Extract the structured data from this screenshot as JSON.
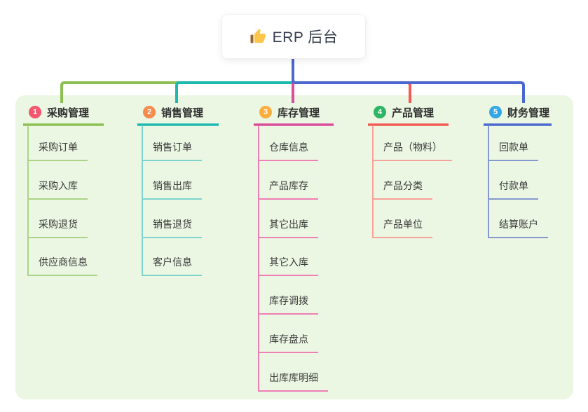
{
  "root": {
    "title": "ERP 后台",
    "icon": "thumbs-up-icon",
    "icon_colors": {
      "hand": "#FBC64A",
      "cuff": "#9A6434"
    },
    "card_bg": "#ffffff",
    "text_color": "#36404F"
  },
  "panel": {
    "bg_color": "#EBF6E3"
  },
  "connector": {
    "root_line_color": "#4C68D0"
  },
  "branches": [
    {
      "index": "1",
      "title": "采购管理",
      "badge_color": "#F5566E",
      "line_color": "#8CC152",
      "child_line_color": "#ABD489",
      "children": [
        "采购订单",
        "采购入库",
        "采购退货",
        "供应商信息"
      ]
    },
    {
      "index": "2",
      "title": "销售管理",
      "badge_color": "#F68B4D",
      "line_color": "#1CB9B0",
      "child_line_color": "#7FD5CE",
      "children": [
        "销售订单",
        "销售出库",
        "销售退货",
        "客户信息"
      ]
    },
    {
      "index": "3",
      "title": "库存管理",
      "badge_color": "#FBAE3C",
      "line_color": "#DB4C9B",
      "child_line_color": "#EF7FB5",
      "children": [
        "仓库信息",
        "产品库存",
        "其它出库",
        "其它入库",
        "库存调拨",
        "库存盘点",
        "出库库明细"
      ]
    },
    {
      "index": "4",
      "title": "产品管理",
      "badge_color": "#2FB665",
      "line_color": "#F25B55",
      "child_line_color": "#F8A29C",
      "children": [
        "产品（物料）",
        "产品分类",
        "产品单位"
      ]
    },
    {
      "index": "5",
      "title": "财务管理",
      "badge_color": "#35A6E5",
      "line_color": "#4C68D0",
      "child_line_color": "#8499D0",
      "children": [
        "回款单",
        "付款单",
        "结算账户"
      ]
    }
  ]
}
